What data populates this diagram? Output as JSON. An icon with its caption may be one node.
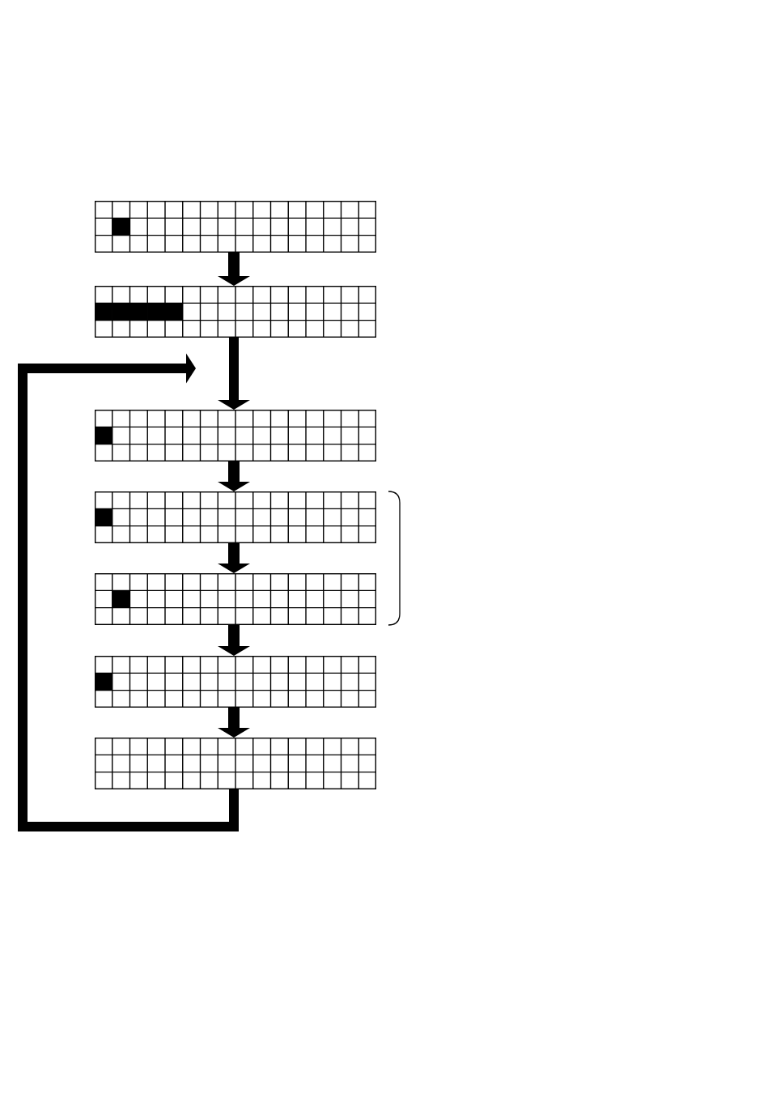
{
  "diagram": {
    "nodes": [
      {
        "text": [],
        "shape": "grid"
      },
      {
        "text": [],
        "shape": "grid"
      },
      {
        "text": [],
        "shape": "grid"
      },
      {
        "text": [],
        "shape": "grid"
      },
      {
        "text": [],
        "shape": "grid"
      },
      {
        "text": [],
        "shape": "grid"
      },
      {
        "text": [],
        "shape": "grid"
      }
    ],
    "edges": [
      {
        "from": 0,
        "to": 1,
        "arrow": "to"
      },
      {
        "from": 1,
        "to": 2,
        "arrow": "to"
      },
      {
        "from": 2,
        "to": 3,
        "arrow": "to"
      },
      {
        "from": 3,
        "to": 4,
        "arrow": "to"
      },
      {
        "from": 4,
        "to": 5,
        "arrow": "to"
      },
      {
        "from": 5,
        "to": 6,
        "arrow": "to"
      },
      {
        "from": 6,
        "to": 2,
        "arrow": "to"
      }
    ]
  }
}
